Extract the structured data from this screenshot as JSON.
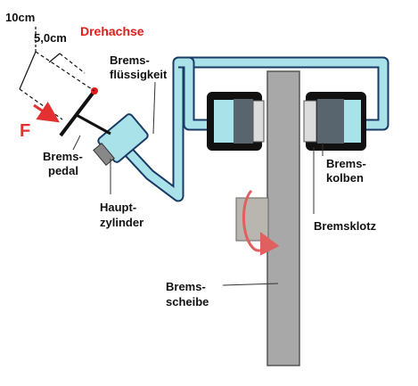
{
  "labels": {
    "dim_10cm": "10cm",
    "dim_5cm": "5,0cm",
    "pivot": "Drehachse",
    "fluid_1": "Brems-",
    "fluid_2": "flüssigkeit",
    "force": "F",
    "pedal_1": "Brems-",
    "pedal_2": "pedal",
    "master_1": "Haupt-",
    "master_2": "zylinder",
    "piston_1": "Brems-",
    "piston_2": "kolben",
    "pad": "Bremsklotz",
    "disc_1": "Brems-",
    "disc_2": "scheibe"
  },
  "colors": {
    "fluid": "#a9e2e8",
    "fluid_outline": "#1a3a66",
    "caliper": "#111111",
    "piston": "#58656f",
    "pad": "#dcdcdc",
    "disc": "#a8a8a8",
    "hub": "#b8b6ae",
    "rotation_arrow": "#e06060",
    "force_arrow": "#e33030",
    "pivot": "#e51a1a",
    "label": "#111111"
  }
}
